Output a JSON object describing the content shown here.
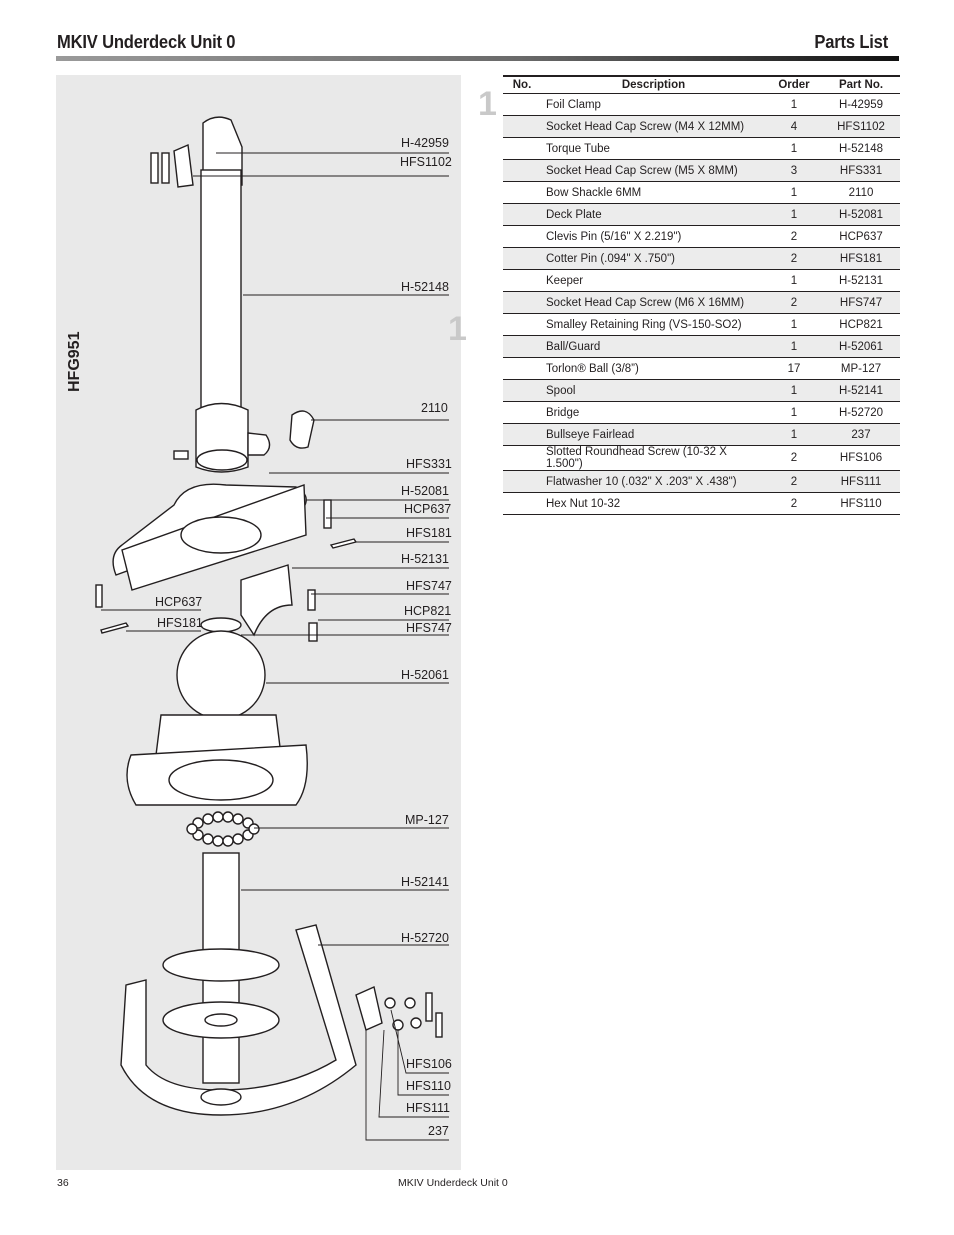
{
  "header": {
    "title": "MKIV Underdeck Unit 0",
    "section": "Parts List"
  },
  "diagram": {
    "assembly": "HFG951",
    "step_numbers": [
      "1",
      "1"
    ],
    "labels": [
      "H-42959",
      "HFS1102",
      "H-52148",
      "2110",
      "HFS331",
      "H-52081",
      "HCP637",
      "HFS181",
      "H-52131",
      "HFS747",
      "HCP637",
      "HFS181",
      "HCP821",
      "HFS747",
      "H-52061",
      "MP-127",
      "H-52141",
      "H-52720",
      "HFS106",
      "HFS110",
      "HFS111",
      "237"
    ]
  },
  "table": {
    "headers": {
      "no": "No.",
      "description": "Description",
      "order": "Order",
      "part": "Part No."
    },
    "rows": [
      {
        "no": "",
        "description": "Foil Clamp",
        "order": "1",
        "part": "H-42959"
      },
      {
        "no": "",
        "description": "Socket Head Cap Screw (M4 X 12MM)",
        "order": "4",
        "part": "HFS1102"
      },
      {
        "no": "",
        "description": "Torque Tube",
        "order": "1",
        "part": "H-52148"
      },
      {
        "no": "",
        "description": "Socket Head Cap Screw (M5 X 8MM)",
        "order": "3",
        "part": "HFS331"
      },
      {
        "no": "",
        "description": "Bow Shackle 6MM",
        "order": "1",
        "part": "2110"
      },
      {
        "no": "",
        "description": "Deck Plate",
        "order": "1",
        "part": "H-52081"
      },
      {
        "no": "",
        "description": "Clevis Pin (5/16\" X 2.219\")",
        "order": "2",
        "part": "HCP637"
      },
      {
        "no": "",
        "description": "Cotter Pin (.094\" X .750\")",
        "order": "2",
        "part": "HFS181"
      },
      {
        "no": "",
        "description": "Keeper",
        "order": "1",
        "part": "H-52131"
      },
      {
        "no": "",
        "description": "Socket Head Cap Screw (M6 X 16MM)",
        "order": "2",
        "part": "HFS747"
      },
      {
        "no": "",
        "description": "Smalley Retaining Ring (VS-150-SO2)",
        "order": "1",
        "part": "HCP821"
      },
      {
        "no": "",
        "description": "Ball/Guard",
        "order": "1",
        "part": "H-52061"
      },
      {
        "no": "",
        "description": "Torlon® Ball (3/8”)",
        "order": "17",
        "part": "MP-127"
      },
      {
        "no": "",
        "description": "Spool",
        "order": "1",
        "part": "H-52141"
      },
      {
        "no": "",
        "description": "Bridge",
        "order": "1",
        "part": "H-52720"
      },
      {
        "no": "",
        "description": "Bullseye Fairlead",
        "order": "1",
        "part": "237"
      },
      {
        "no": "",
        "description": "Slotted Roundhead Screw (10-32 X 1.500\")",
        "order": "2",
        "part": "HFS106"
      },
      {
        "no": "",
        "description": "Flatwasher 10 (.032\" X .203\" X .438\")",
        "order": "2",
        "part": "HFS111"
      },
      {
        "no": "",
        "description": "Hex Nut 10-32",
        "order": "2",
        "part": "HFS110"
      }
    ]
  },
  "footer": {
    "page": "36",
    "title": "MKIV Underdeck Unit 0"
  }
}
